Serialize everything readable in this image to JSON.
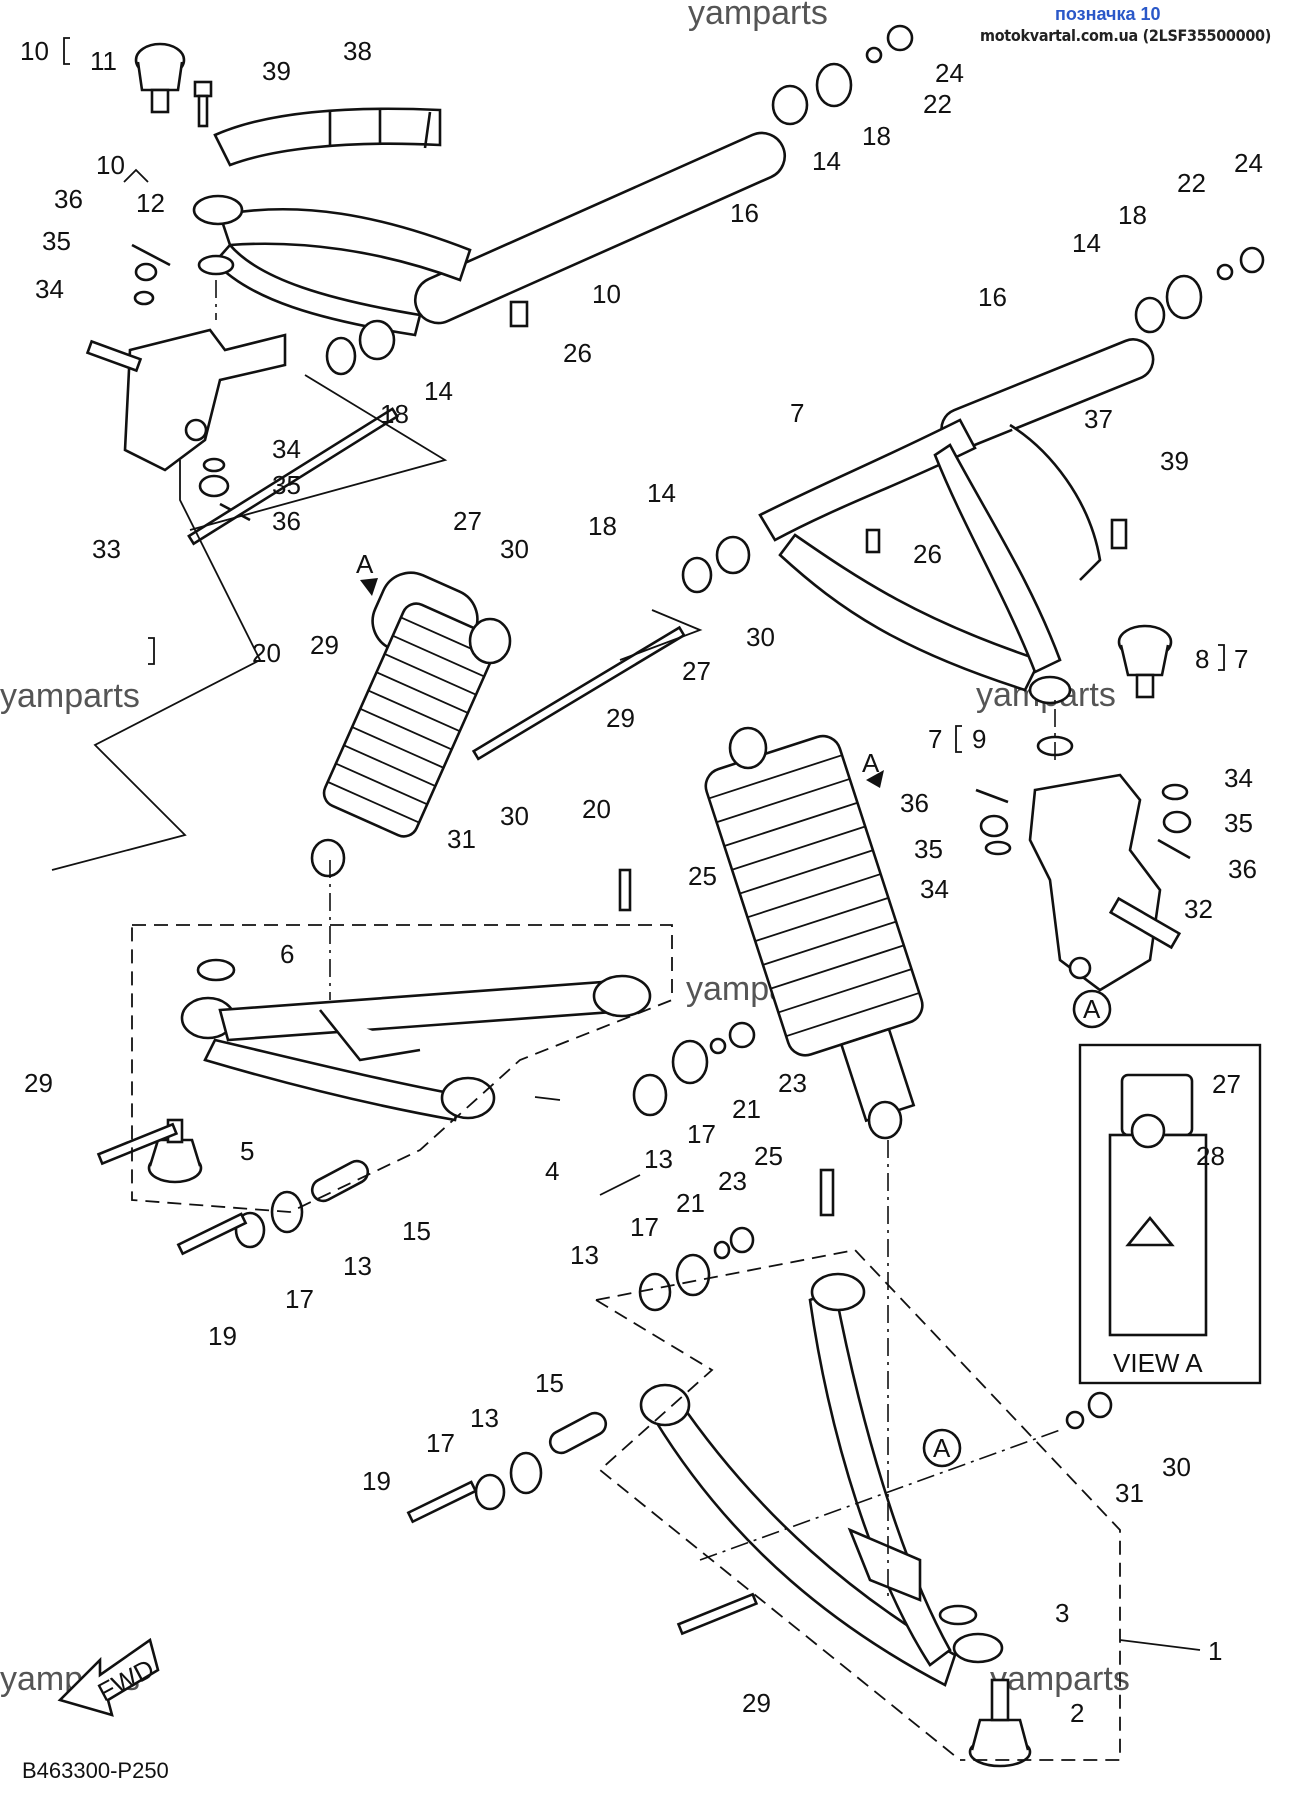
{
  "header": {
    "title": "позначка 10",
    "source": "motokvartal.com.ua (2LSF35500000)"
  },
  "watermarks": [
    "yamparts",
    "yamparts",
    "yamparts",
    "yamparts",
    "yamparts",
    "yamparts"
  ],
  "diagram_code": "B463300-P250",
  "view_label": "VIEW A",
  "fwd_label": "FWD",
  "callouts": {
    "c10a": "10",
    "c11": "11",
    "c39a": "39",
    "c38": "38",
    "c24a": "24",
    "c22a": "22",
    "c18a": "18",
    "c14a": "14",
    "c10b": "10",
    "c12": "12",
    "c36a": "36",
    "c35a": "35",
    "c34a": "34",
    "c16a": "16",
    "c10c": "10",
    "c26a": "26",
    "c14b": "14",
    "c18b": "18",
    "c24b": "24",
    "c22b": "22",
    "c18c": "18",
    "c14c": "14",
    "c16b": "16",
    "c33": "33",
    "c34b": "34",
    "c35b": "35",
    "c36b": "36",
    "c7a": "7",
    "c37": "37",
    "c39b": "39",
    "c14d": "14",
    "c18d": "18",
    "c26b": "26",
    "cA1": "A",
    "c27a": "27",
    "c30a": "30",
    "c20a": "20",
    "c29a": "29",
    "c8": "8",
    "c7b": "7",
    "c7c": "7",
    "c9": "9",
    "c30b": "30",
    "c27b": "27",
    "c29b": "29",
    "c20b": "20",
    "cA2": "A",
    "c34c": "34",
    "c36c": "36",
    "c35c": "35",
    "c35d": "35",
    "c36d": "36",
    "c34d": "34",
    "c32": "32",
    "c31a": "31",
    "c30c": "30",
    "c25a": "25",
    "c6": "6",
    "cA3": "A",
    "c27c": "27",
    "c28": "28",
    "c29c": "29",
    "c5": "5",
    "c23a": "23",
    "c21a": "21",
    "c17a": "17",
    "c13a": "13",
    "c4": "4",
    "c15a": "15",
    "c13b": "13",
    "c17b": "17",
    "c19a": "19",
    "c25b": "25",
    "c23b": "23",
    "c21b": "21",
    "c17c": "17",
    "c13c": "13",
    "c15b": "15",
    "c13d": "13",
    "c17d": "17",
    "c19b": "19",
    "cA4": "A",
    "c31b": "31",
    "c30d": "30",
    "c3": "3",
    "c1": "1",
    "c29d": "29",
    "c2": "2"
  }
}
